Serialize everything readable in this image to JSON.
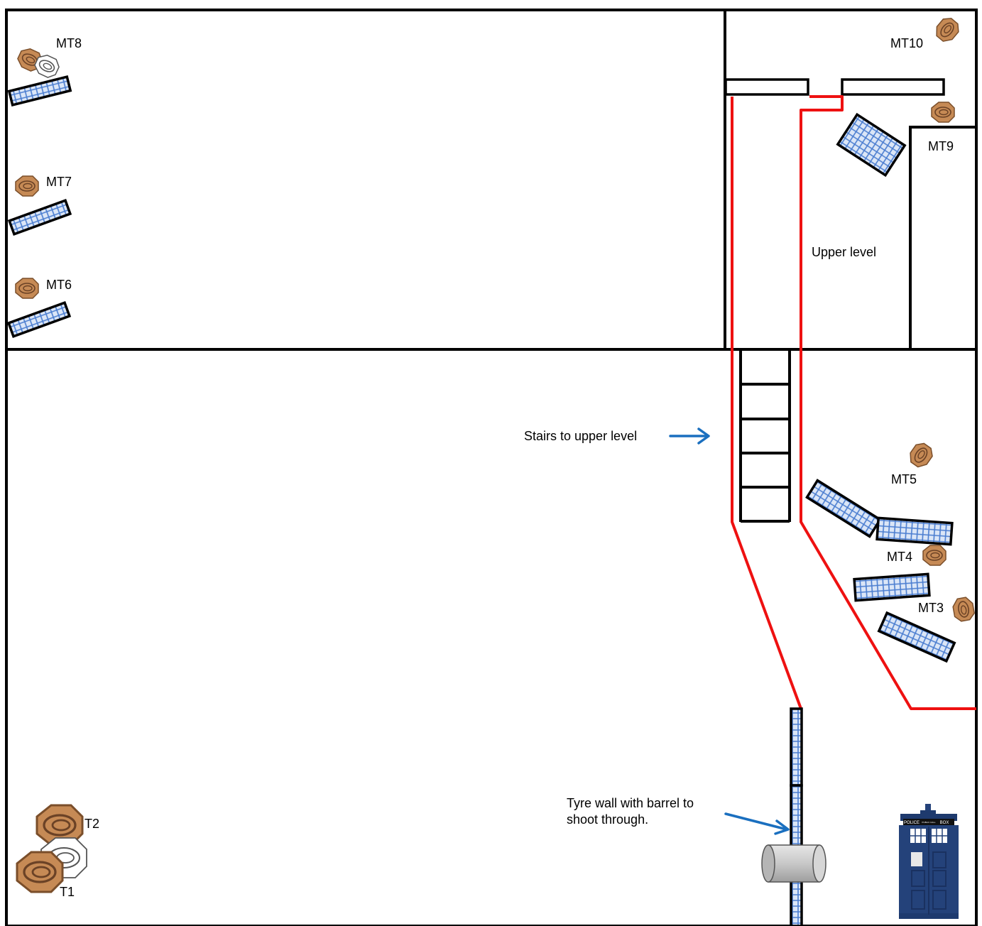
{
  "targets": {
    "MT10": "MT10",
    "MT9": "MT9",
    "MT8": "MT8",
    "MT7": "MT7",
    "MT6": "MT6",
    "MT5": "MT5",
    "MT4": "MT4",
    "MT3": "MT3",
    "T2": "T2",
    "T1": "T1"
  },
  "labels": {
    "upper_level": "Upper level",
    "stairs": "Stairs to upper level",
    "tyre_wall_line1": "Tyre wall with barrel to",
    "tyre_wall_line2": "shoot through."
  },
  "police_box": {
    "sign_left": "POLICE",
    "sign_middle": "PUBLIC CALL",
    "sign_right": "BOX"
  },
  "colors": {
    "wall": "#000000",
    "fault_line": "#ee1111",
    "arrow": "#1a6fbf",
    "target_fill": "#c68a55",
    "no_shoot_fill": "#ffffff",
    "tyre_fill": "#dbe6f7",
    "tyre_grid": "#4a7dd0",
    "barrel": "#cccccc",
    "police_box": "#24427a"
  }
}
